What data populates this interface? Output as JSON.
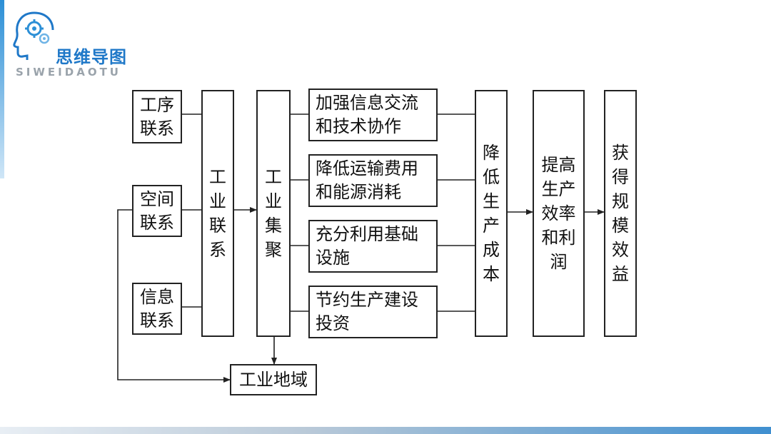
{
  "brand": {
    "title": "思维导图",
    "subtitle": "SIWEIDAOTU",
    "accent_color": "#1f78c8",
    "icon": "head-gears-icon"
  },
  "diagram": {
    "links": {
      "process": "工序\n联系",
      "spatial": "空间\n联系",
      "info": "信息\n联系"
    },
    "industrial_link": "工业联系",
    "agglomeration": "工业集聚",
    "benefits": [
      "加强信息交流\n和技术协作",
      "降低运输费用\n和能源消耗",
      "充分利用基础\n设施",
      "节约生产建设\n投资"
    ],
    "reduce_cost": "降低生产成本",
    "raise_efficiency": "提高生产效率和利润",
    "gain_benefit": "获得规模效益",
    "industrial_region": "工业地域"
  }
}
